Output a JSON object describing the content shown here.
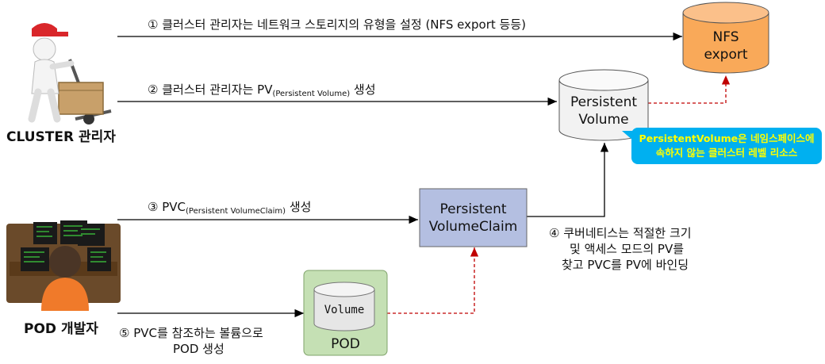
{
  "actors": {
    "cluster_admin": "CLUSTER 관리자",
    "pod_developer": "POD 개발자"
  },
  "steps": {
    "s1": {
      "num": "①",
      "text": "클러스터 관리자는 네트워크 스토리지의 유형을 설정 (NFS export 등등)"
    },
    "s2": {
      "num": "②",
      "pre": "클러스터 관리자는 PV",
      "sub": "(Persistent Volume)",
      "post": " 생성"
    },
    "s3": {
      "num": "③",
      "pre": "PVC",
      "sub": "(Persistent VolumeClaim)",
      "post": " 생성"
    },
    "s4": {
      "num": "④",
      "line1": "쿠버네티스는 적절한 크기",
      "line2": "및 액세스 모드의 PV를",
      "line3": "찾고 PVC를 PV에 바인딩"
    },
    "s5": {
      "num": "⑤",
      "line1": "PVC를 참조하는 볼륨으로",
      "line2": "POD 생성"
    }
  },
  "nodes": {
    "nfs": {
      "line1": "NFS",
      "line2": "export",
      "fill": "#f9a959"
    },
    "pv": {
      "line1": "Persistent",
      "line2": "Volume",
      "fill": "#f2f2f2"
    },
    "pvc": {
      "line1": "Persistent",
      "line2": "VolumeClaim",
      "fill": "#b4bfe1"
    },
    "pod": {
      "label": "POD",
      "volume": "Volume",
      "fill": "#c5e0b4"
    }
  },
  "callout": {
    "line1": "PersistentVolume은 네임스페이스에",
    "line2": "속하지 않는 클러스터 레벨 리소스",
    "bg": "#00b0f0",
    "color": "#ffff00"
  }
}
